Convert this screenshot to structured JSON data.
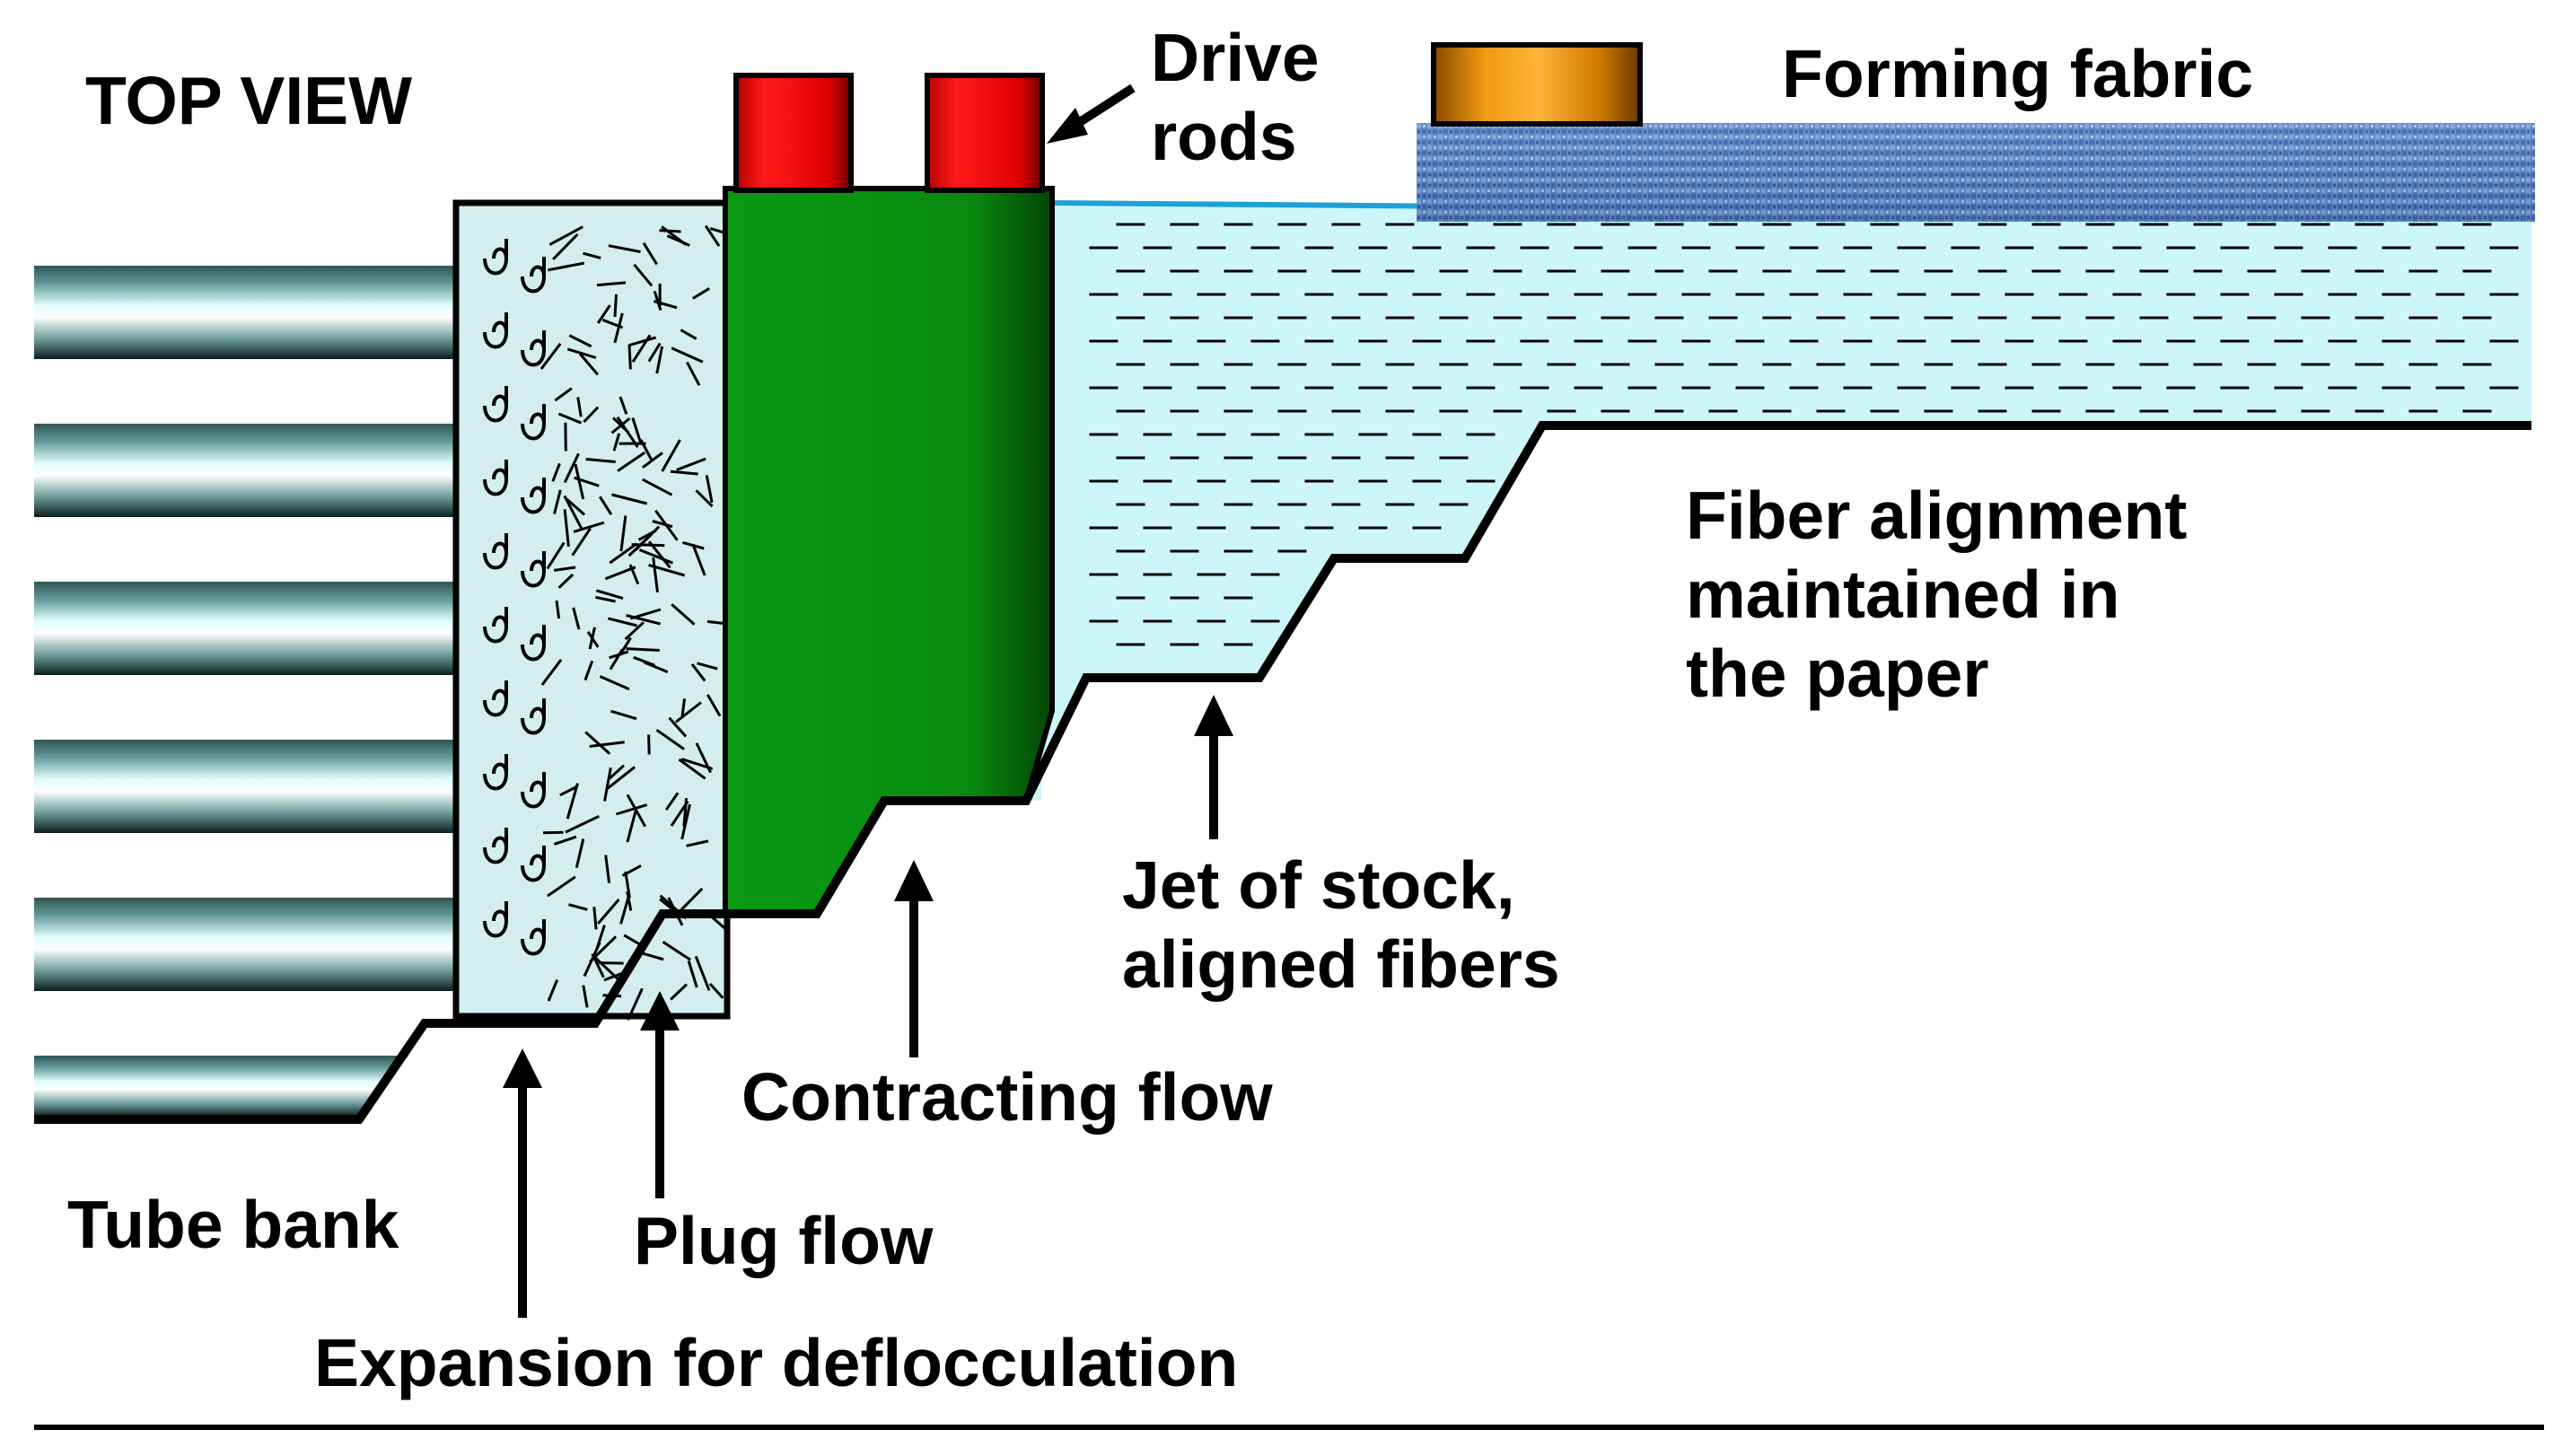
{
  "labels": {
    "top_view": "TOP VIEW",
    "drive_rods_line1": "Drive",
    "drive_rods_line2": "rods",
    "forming_fabric": "Forming fabric",
    "fiber_alignment_line1": "Fiber alignment",
    "fiber_alignment_line2": "maintained in",
    "fiber_alignment_line3": "the paper",
    "jet_line1": "Jet of stock,",
    "jet_line2": "aligned fibers",
    "contracting_flow": "Contracting flow",
    "tube_bank": "Tube bank",
    "plug_flow": "Plug flow",
    "expansion": "Expansion for deflocculation"
  },
  "colors": {
    "stock_water": "#ccf6f8",
    "chamber_fill": "#d4eef0",
    "green_element": "#0a8f12",
    "drive_rod": "#e00000",
    "fabric_block": "#f29a10",
    "fabric_texture": "#5b83c6",
    "tube_steel": "#3c6d6c",
    "outline": "#000000"
  },
  "icons": {
    "curl_marks": "curled-fiber-glyph",
    "random_fibers": "random-fiber-strokes",
    "aligned_fibers": "aligned-fiber-dashes"
  }
}
